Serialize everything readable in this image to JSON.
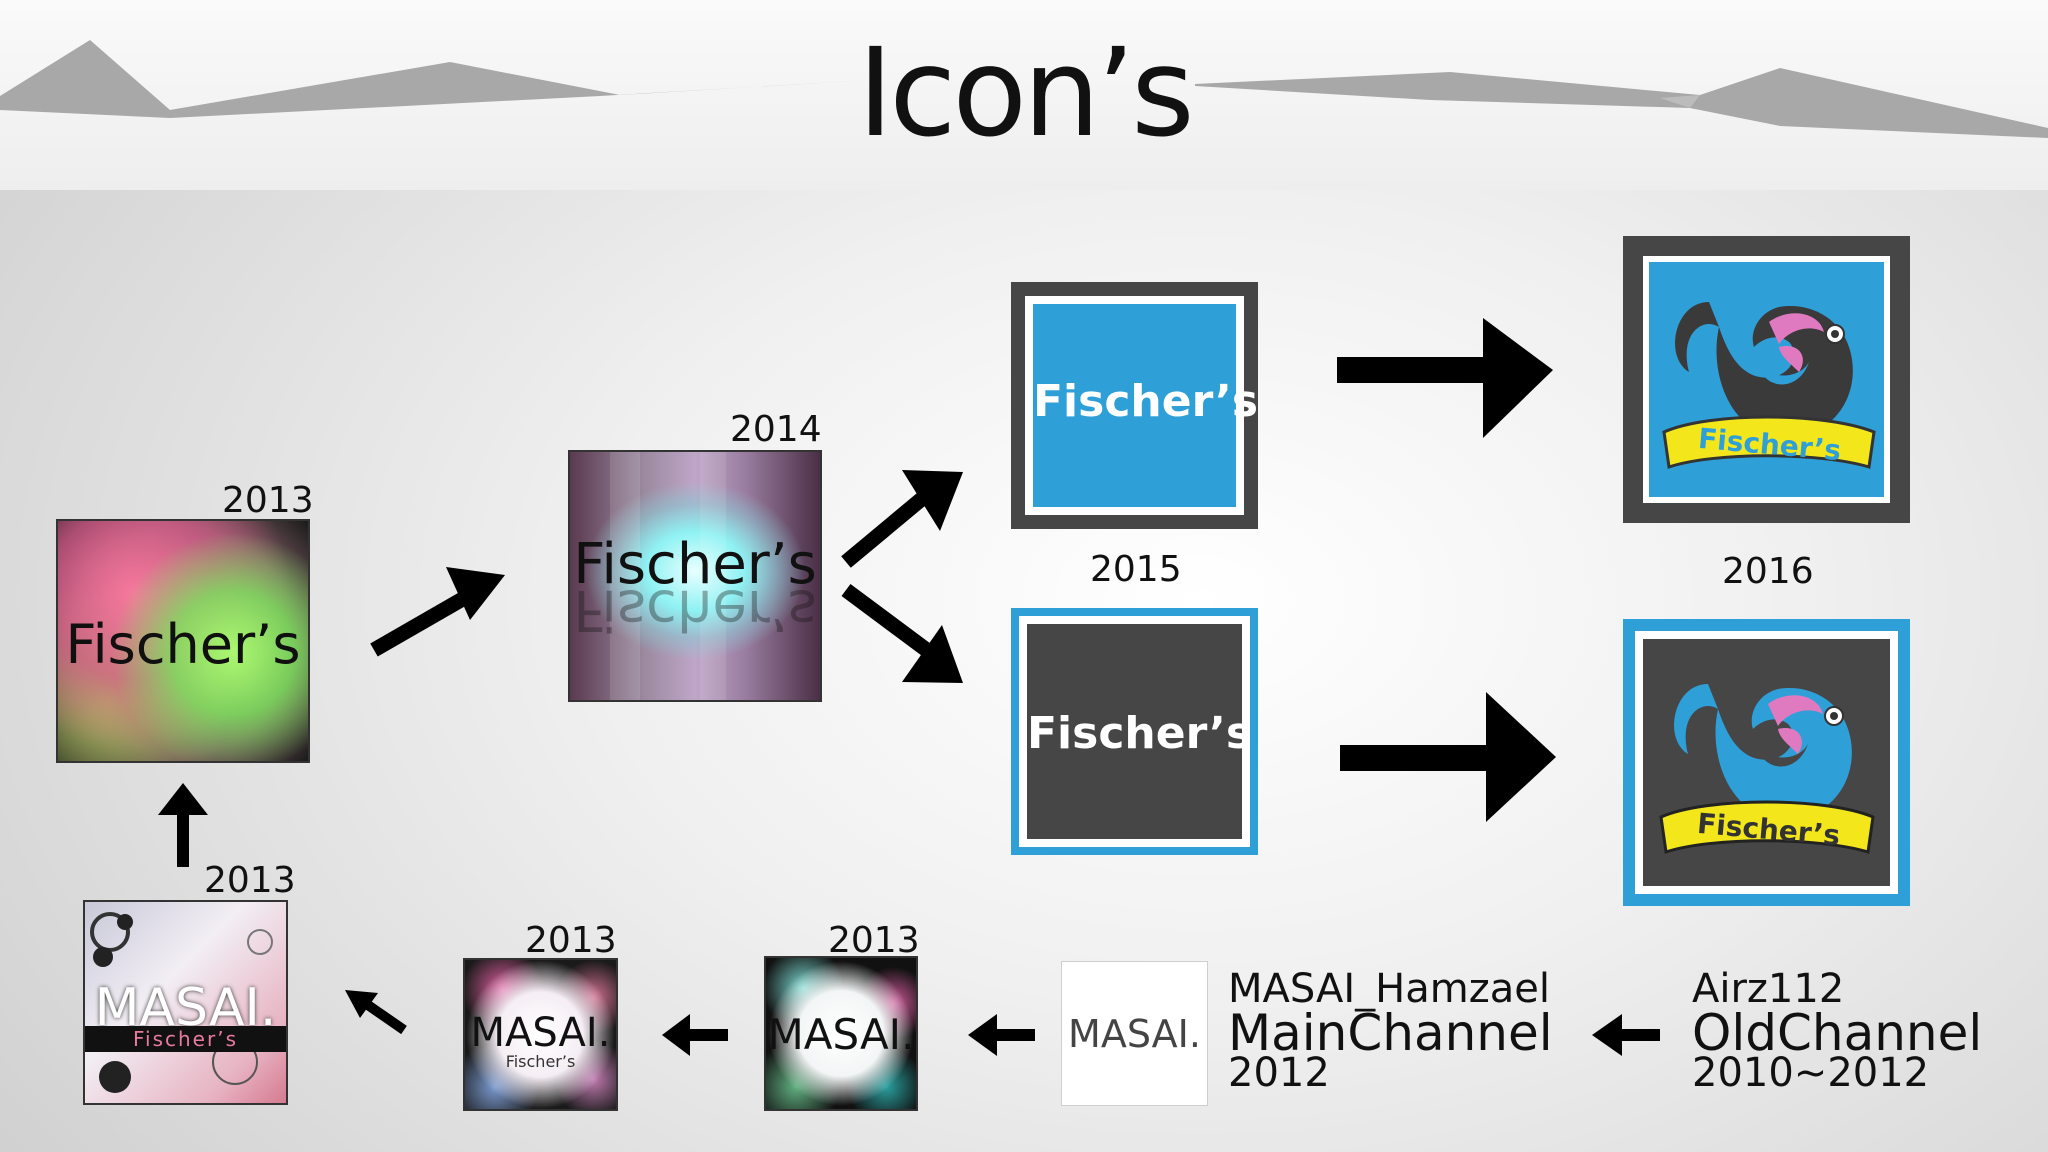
{
  "title": "Icon’s",
  "icons": {
    "i2013_gradient": {
      "year": "2013",
      "text": "Fischer’s"
    },
    "i2014_cyan": {
      "year": "2014",
      "text": "Fischer’s"
    },
    "i2015_blue": {
      "text": "Fischer’s"
    },
    "i2015_dark": {
      "text": "Fischer’s"
    },
    "year_2015": "2015",
    "year_2016": "2016",
    "i2016_dark_frame": {
      "text": "Fischer’s"
    },
    "i2016_blue_frame": {
      "text": "Fischer’s"
    },
    "i2013_masai_floral": {
      "year": "2013",
      "main": "MASAI.",
      "sub": "Fischer’s"
    },
    "i2013_masai_circles": {
      "year": "2013",
      "main": "MASAI.",
      "sub": "Fischer’s"
    },
    "i2013_masai_circles2": {
      "year": "2013",
      "main": "MASAI."
    },
    "i2012_masai_white": {
      "main": "MASAI."
    }
  },
  "channels": {
    "main": {
      "name": "MASAI_Hamzael",
      "label": "MainChannel",
      "years": "2012"
    },
    "old": {
      "name": "Airz112",
      "label": "OldChannel",
      "years": "2010~2012"
    }
  },
  "colors": {
    "blue": "#2f9fd8",
    "dark": "#464646",
    "ribbon": "#f3e71c",
    "arrow": "#000000"
  },
  "arrow_icon_names": [
    "arrow-icon"
  ]
}
